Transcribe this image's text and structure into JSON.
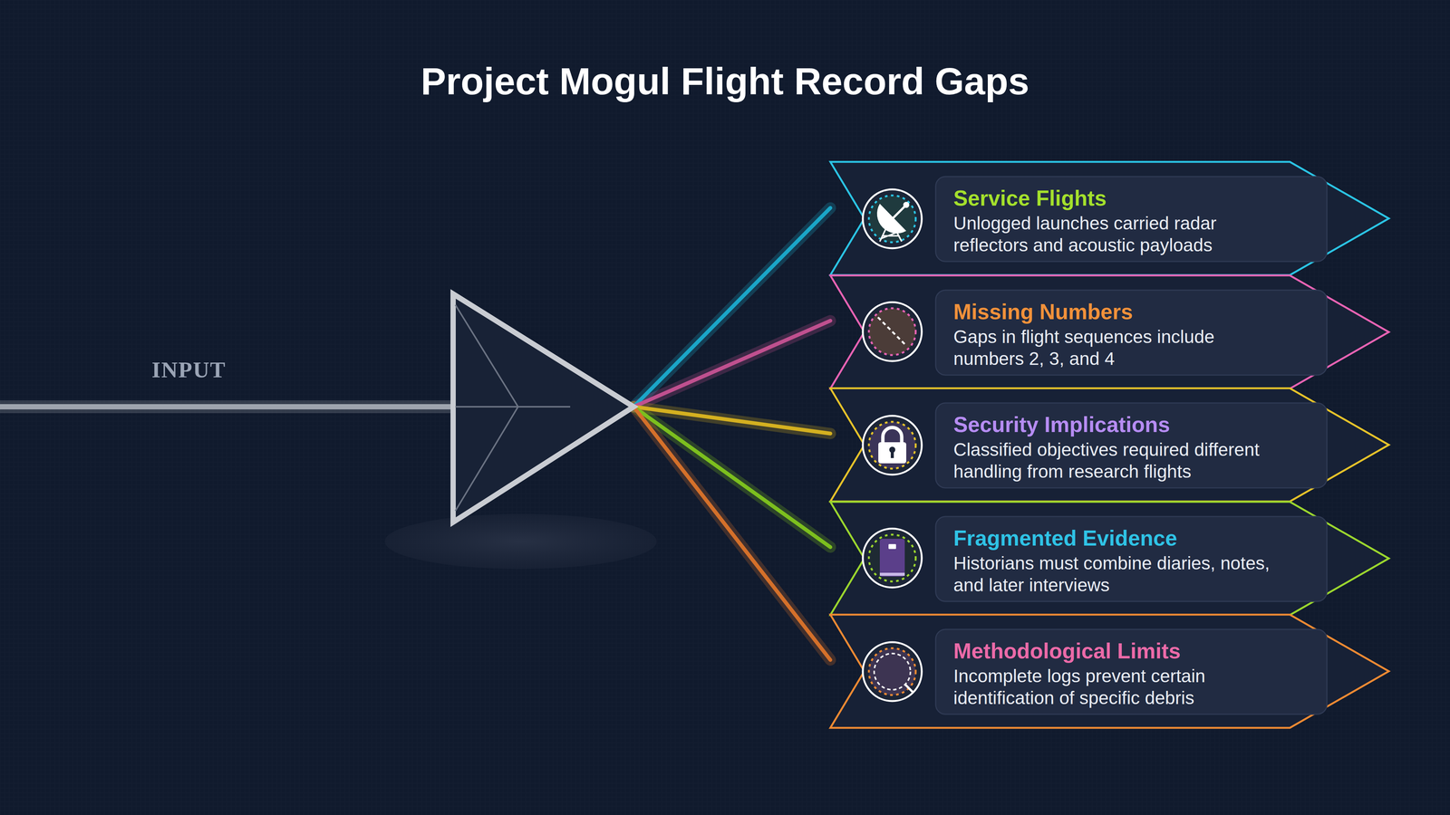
{
  "diagram": {
    "title": "Project Mogul Flight Record Gaps",
    "nodes": [
      {
        "text": [
          "Service Flights",
          "Unlogged launches carried radar reflectors and acoustic payloads"
        ]
      },
      {
        "text": [
          "Missing Numbers",
          "Gaps in flight sequences include numbers 2, 3, and 4"
        ]
      },
      {
        "text": [
          "Security Implications",
          "Classified objectives required different handling from research flights"
        ]
      },
      {
        "text": [
          "Fragmented Evidence",
          "Historians must combine diaries, notes, and later interviews"
        ]
      },
      {
        "text": [
          "Methodological Limits",
          "Incomplete logs prevent certain identification of specific debris"
        ]
      }
    ],
    "labels": [
      "INPUT"
    ]
  }
}
